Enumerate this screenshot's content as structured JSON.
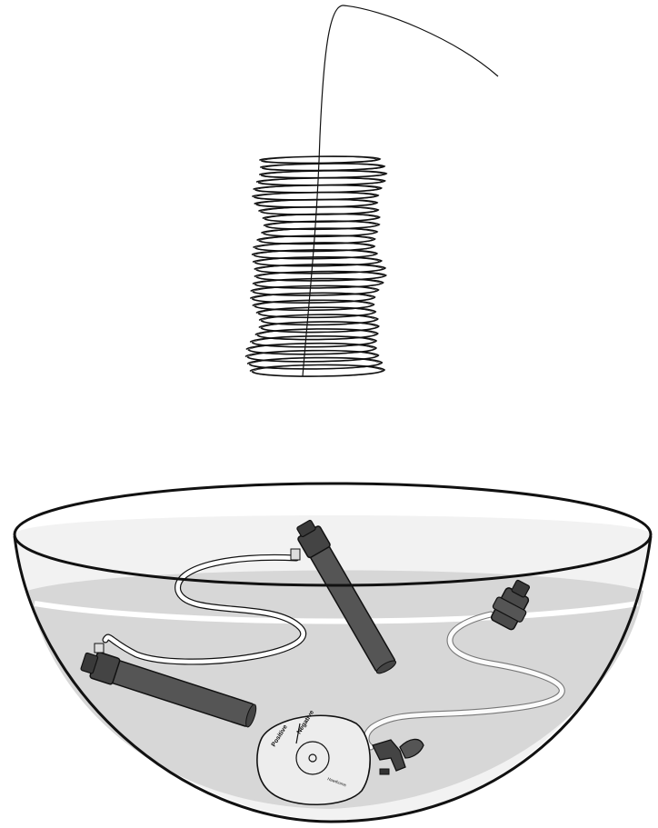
{
  "illustration": {
    "cap_left_text": "Positive",
    "cap_right_text": "Negative",
    "cap_bottom_text": "Hawthorne",
    "colors": {
      "outline": "#111111",
      "water": "#d7d7d7",
      "bowl_glass": "#f2f2f2",
      "dark_part": "#555555",
      "dark_part_shadow": "#333333",
      "tubing": "#ffffff"
    },
    "icons": [
      "coiled-tubing-icon",
      "bowl-icon",
      "dip-tube-icon",
      "cap-icon",
      "faucet-icon"
    ]
  }
}
